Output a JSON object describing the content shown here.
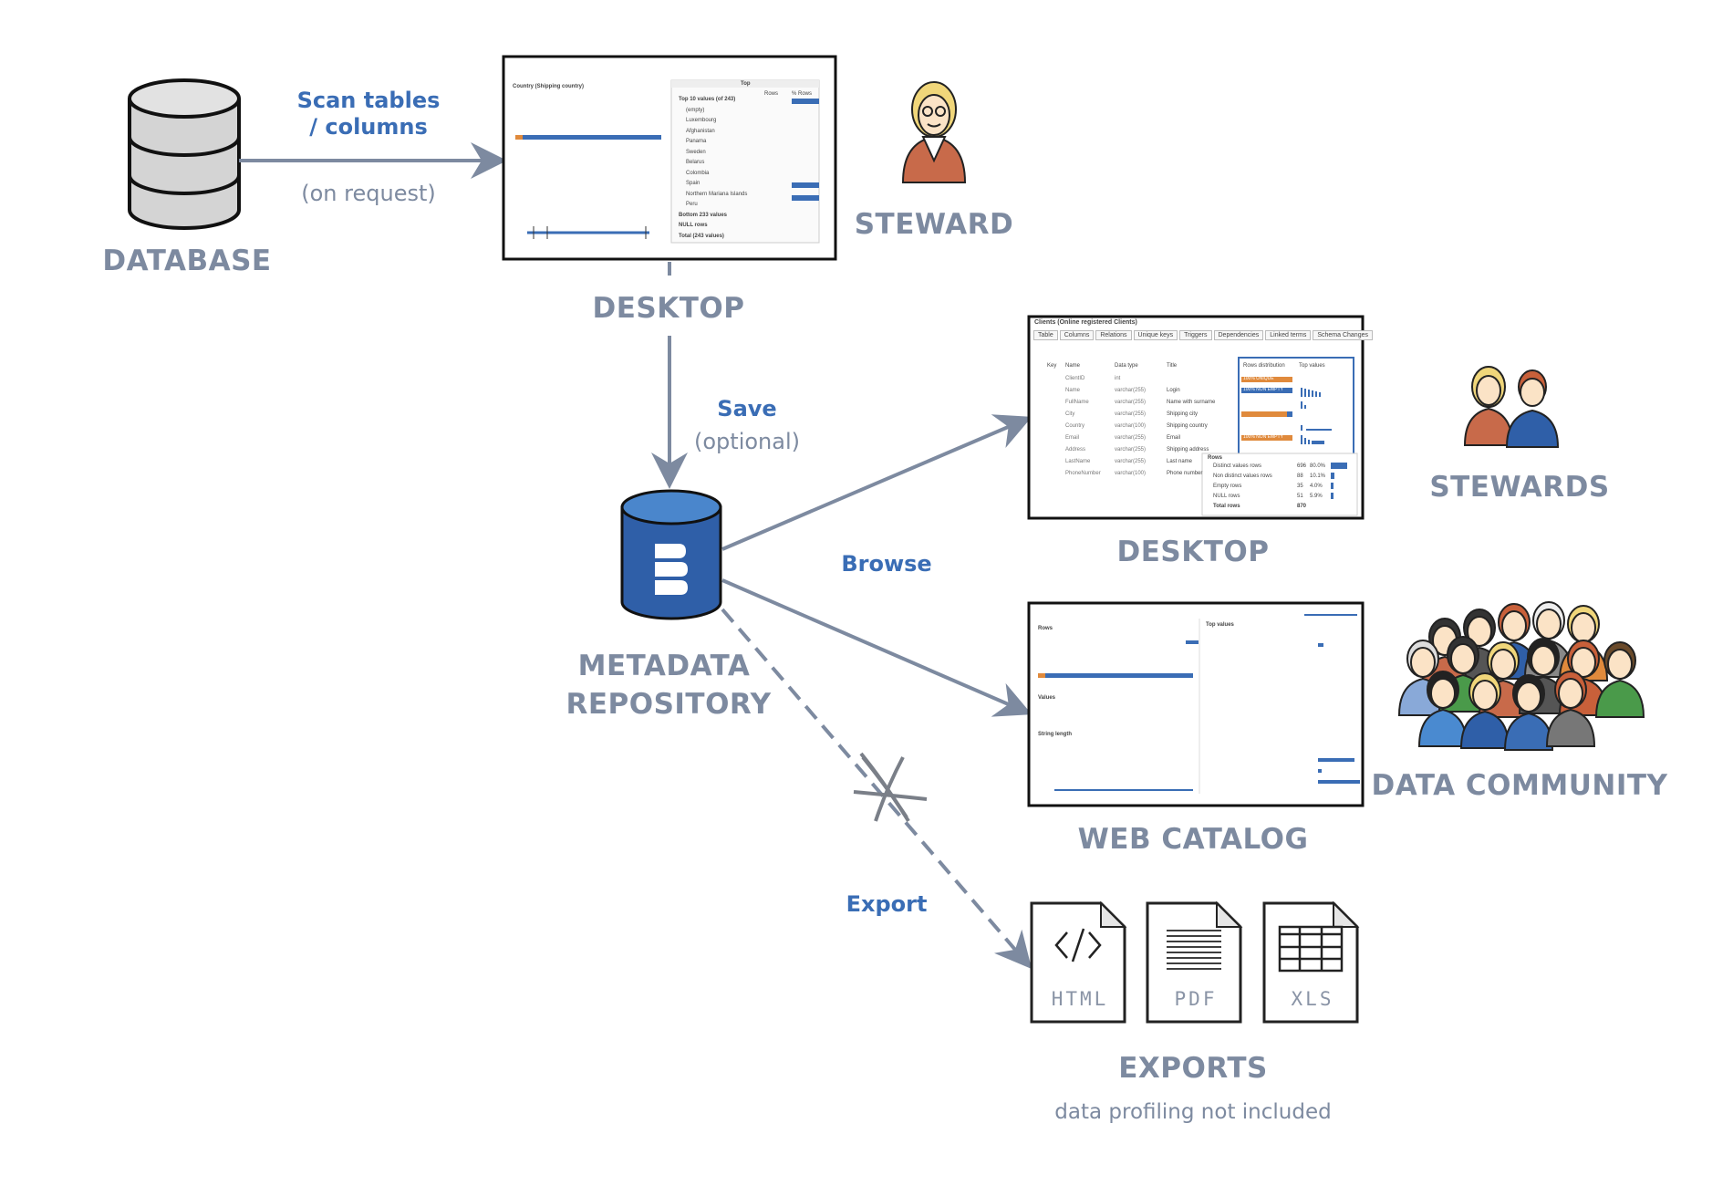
{
  "labels": {
    "database": "DATABASE",
    "scan": "Scan tables\n/ columns",
    "scan_line1": "Scan tables",
    "scan_line2": "/ columns",
    "on_request": "(on request)",
    "desktop_top": "DESKTOP",
    "steward": "STEWARD",
    "save": "Save",
    "optional": "(optional)",
    "metadata_line1": "METADATA",
    "metadata_line2": "REPOSITORY",
    "browse": "Browse",
    "export": "Export",
    "desktop_right": "DESKTOP",
    "stewards": "STEWARDS",
    "web_catalog": "WEB CATALOG",
    "data_community": "DATA COMMUNITY",
    "exports": "EXPORTS",
    "exports_note": "data profiling not included"
  },
  "exports": [
    {
      "label": "HTML",
      "icon": "html-code-icon"
    },
    {
      "label": "PDF",
      "icon": "pdf-lines-icon"
    },
    {
      "label": "XLS",
      "icon": "xls-grid-icon"
    }
  ],
  "screenshot_desktop_top": {
    "title": "Country (Shipping country)",
    "panel_title": "Top",
    "col_rows": "Rows",
    "col_pct": "% Rows",
    "rows": [
      "Top 10 values (of 243)",
      "(empty)",
      "Luxembourg",
      "Afghanistan",
      "Panama",
      "Sweden",
      "Belarus",
      "Colombia",
      "Spain",
      "Northern Mariana Islands",
      "Peru",
      "Bottom 233 values",
      "NULL rows",
      "Total (243 values)"
    ]
  },
  "screenshot_desktop_right": {
    "title": "Clients (Online registered Clients)",
    "tabs": [
      "Table",
      "Columns",
      "Relations",
      "Unique keys",
      "Triggers",
      "Dependencies",
      "Linked terms",
      "Schema Changes"
    ],
    "headers": [
      "Key",
      "Name",
      "Data type",
      "Title",
      "Rows distribution",
      "Top values"
    ],
    "columns": [
      {
        "name": "ClientID",
        "type": "int",
        "title": ""
      },
      {
        "name": "Name",
        "type": "varchar(255)",
        "title": "Login"
      },
      {
        "name": "FullName",
        "type": "varchar(255)",
        "title": "Name with surname"
      },
      {
        "name": "City",
        "type": "varchar(255)",
        "title": "Shipping city"
      },
      {
        "name": "Country",
        "type": "varchar(100)",
        "title": "Shipping country"
      },
      {
        "name": "Email",
        "type": "varchar(255)",
        "title": "Email"
      },
      {
        "name": "Address",
        "type": "varchar(255)",
        "title": "Shipping address"
      },
      {
        "name": "LastName",
        "type": "varchar(255)",
        "title": "Last name"
      },
      {
        "name": "PhoneNumber",
        "type": "varchar(100)",
        "title": "Phone number"
      }
    ],
    "badges": [
      "100% UNIQUE",
      "100% NON EMPTY",
      "100% NON EMPTY"
    ],
    "popup_title": "Rows",
    "popup_rows": [
      {
        "label": "Distinct values rows",
        "count": "696",
        "pct": "80.0%"
      },
      {
        "label": "Non distinct values rows",
        "count": "88",
        "pct": "10.1%"
      },
      {
        "label": "Empty rows",
        "count": "35",
        "pct": "4.0%"
      },
      {
        "label": "NULL rows",
        "count": "51",
        "pct": "5.9%"
      },
      {
        "label": "Total rows",
        "count": "870",
        "pct": ""
      }
    ]
  },
  "screenshot_web": {
    "rows_title": "Rows",
    "top_title": "Top values",
    "values_title": "Values",
    "string_title": "String length"
  },
  "colors": {
    "label": "#7d8aa0",
    "accent": "#3a6db5",
    "arrow": "#7d8aa0",
    "repo": "#2f5fa8",
    "orange": "#e08a3c"
  }
}
